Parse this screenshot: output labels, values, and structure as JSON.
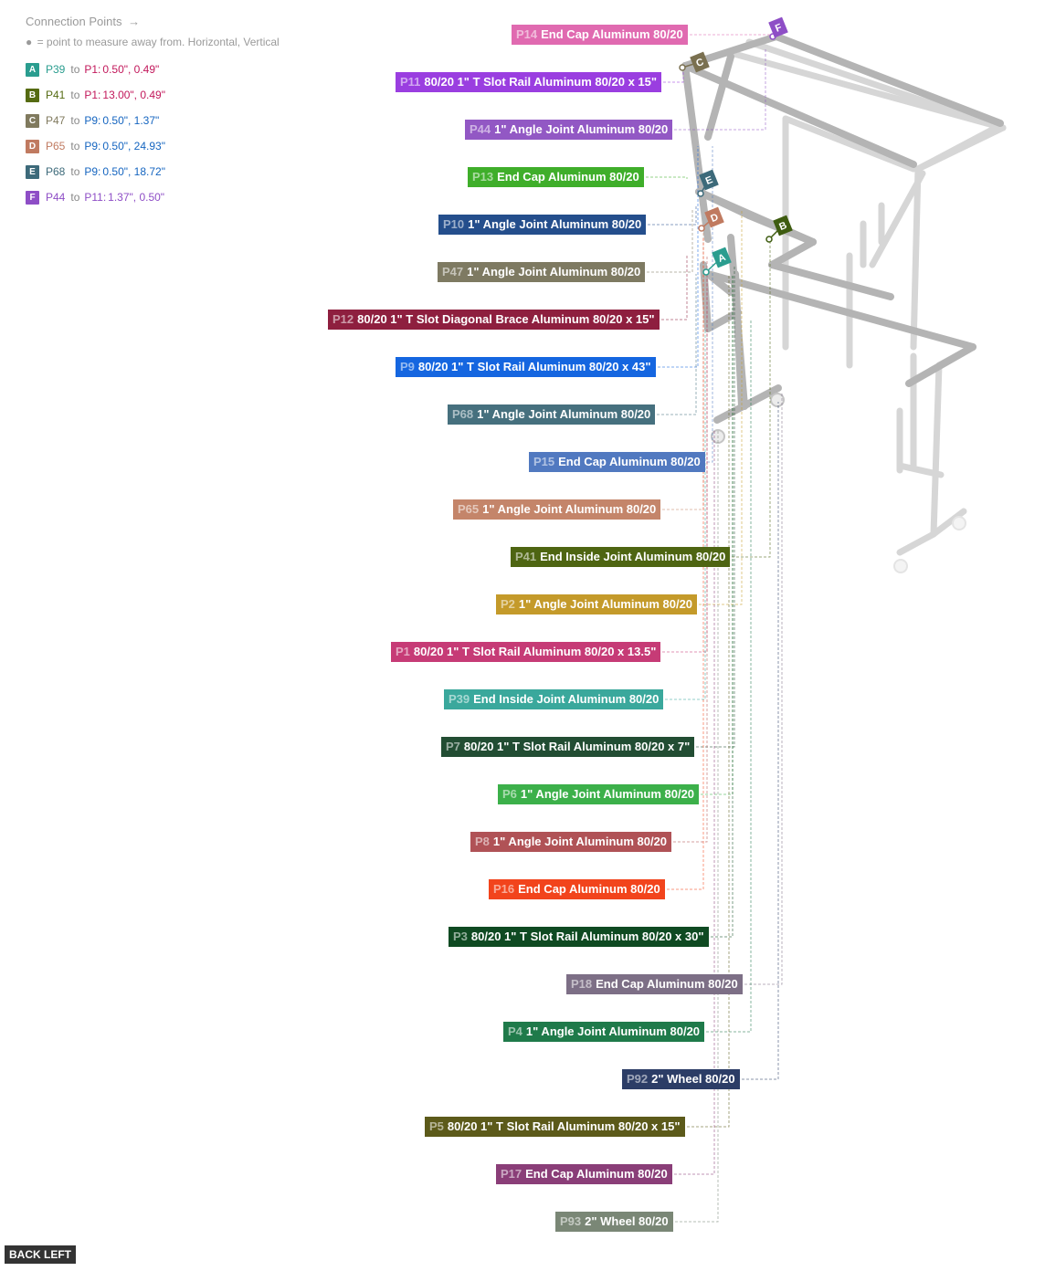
{
  "legend": {
    "title": "Connection Points",
    "title_arrow": "→",
    "note_marker": "●",
    "note": "= point to measure away from. Horizontal, Vertical",
    "to_word": "to",
    "rows": [
      {
        "badge": "A",
        "color": "#2a9d8f",
        "from": "P39",
        "from_color": "#2a9d8f",
        "to": "P1:",
        "to_color": "#c2185b",
        "values": "0.50\", 0.49\""
      },
      {
        "badge": "B",
        "color": "#556b12",
        "from": "P41",
        "from_color": "#556b12",
        "to": "P1:",
        "to_color": "#c2185b",
        "values": "13.00\", 0.49\""
      },
      {
        "badge": "C",
        "color": "#807a5e",
        "from": "P47",
        "from_color": "#807a5e",
        "to": "P9:",
        "to_color": "#1565c0",
        "values": "0.50\", 1.37\""
      },
      {
        "badge": "D",
        "color": "#c07a60",
        "from": "P65",
        "from_color": "#c07a60",
        "to": "P9:",
        "to_color": "#1565c0",
        "values": "0.50\", 24.93\""
      },
      {
        "badge": "E",
        "color": "#3d6a7a",
        "from": "P68",
        "from_color": "#3d6a7a",
        "to": "P9:",
        "to_color": "#1565c0",
        "values": "0.50\", 18.72\""
      },
      {
        "badge": "F",
        "color": "#8e4ec6",
        "from": "P44",
        "from_color": "#8e4ec6",
        "to": "P11:",
        "to_color": "#8e4ec6",
        "values": "1.37\", 0.50\""
      }
    ]
  },
  "parts": [
    {
      "id": "P14",
      "name": "End Cap Aluminum 80/20",
      "color": "#e06ab0"
    },
    {
      "id": "P11",
      "name": "80/20 1\" T Slot Rail Aluminum 80/20 x 15\"",
      "color": "#9a3ee0"
    },
    {
      "id": "P44",
      "name": "1\" Angle Joint Aluminum 80/20",
      "color": "#9258c4"
    },
    {
      "id": "P13",
      "name": "End Cap Aluminum 80/20",
      "color": "#3fae2a"
    },
    {
      "id": "P10",
      "name": "1\" Angle Joint Aluminum 80/20",
      "color": "#244e8c"
    },
    {
      "id": "P47",
      "name": "1\" Angle Joint Aluminum 80/20",
      "color": "#7e7a62"
    },
    {
      "id": "P12",
      "name": "80/20 1\" T Slot Diagonal Brace  Aluminum 80/20 x 15\"",
      "color": "#8e1f3f"
    },
    {
      "id": "P9",
      "name": "80/20 1\" T Slot Rail Aluminum 80/20 x 43\"",
      "color": "#1566e0"
    },
    {
      "id": "P68",
      "name": "1\" Angle Joint Aluminum 80/20",
      "color": "#46707e"
    },
    {
      "id": "P15",
      "name": "End Cap Aluminum 80/20",
      "color": "#5179c0"
    },
    {
      "id": "P65",
      "name": "1\" Angle Joint Aluminum 80/20",
      "color": "#c4856a"
    },
    {
      "id": "P41",
      "name": "End Inside Joint  Aluminum 80/20",
      "color": "#4e6512"
    },
    {
      "id": "P2",
      "name": "1\" Angle Joint Aluminum 80/20",
      "color": "#c49a2a"
    },
    {
      "id": "P1",
      "name": "80/20 1\" T Slot Rail Aluminum 80/20 x 13.5\"",
      "color": "#c63b76"
    },
    {
      "id": "P39",
      "name": "End Inside Joint  Aluminum 80/20",
      "color": "#3aa89c"
    },
    {
      "id": "P7",
      "name": "80/20 1\" T Slot Rail Aluminum 80/20 x 7\"",
      "color": "#224d33"
    },
    {
      "id": "P6",
      "name": "1\" Angle Joint Aluminum 80/20",
      "color": "#3cb04a"
    },
    {
      "id": "P8",
      "name": "1\" Angle Joint Aluminum 80/20",
      "color": "#b05256"
    },
    {
      "id": "P16",
      "name": "End Cap Aluminum 80/20",
      "color": "#f2441c"
    },
    {
      "id": "P3",
      "name": "80/20 1\" T Slot Rail Aluminum 80/20 x 30\"",
      "color": "#0f4a22"
    },
    {
      "id": "P18",
      "name": "End Cap Aluminum 80/20",
      "color": "#7d6f86"
    },
    {
      "id": "P4",
      "name": "1\" Angle Joint Aluminum 80/20",
      "color": "#1f7a4a"
    },
    {
      "id": "P92",
      "name": "2\" Wheel 80/20",
      "color": "#2c3d66"
    },
    {
      "id": "P5",
      "name": "80/20 1\" T Slot Rail Aluminum 80/20 x 15\"",
      "color": "#5c5a1a"
    },
    {
      "id": "P17",
      "name": "End Cap Aluminum 80/20",
      "color": "#8a3e78"
    },
    {
      "id": "P93",
      "name": "2\" Wheel 80/20",
      "color": "#7a8776"
    }
  ],
  "markers": [
    {
      "label": "A",
      "color": "#2a9d8f"
    },
    {
      "label": "B",
      "color": "#3e5c10"
    },
    {
      "label": "C",
      "color": "#7a7050"
    },
    {
      "label": "D",
      "color": "#c07a60"
    },
    {
      "label": "E",
      "color": "#3d6a7a"
    },
    {
      "label": "F",
      "color": "#8e4ec6"
    }
  ],
  "back_button": "BACK LEFT"
}
